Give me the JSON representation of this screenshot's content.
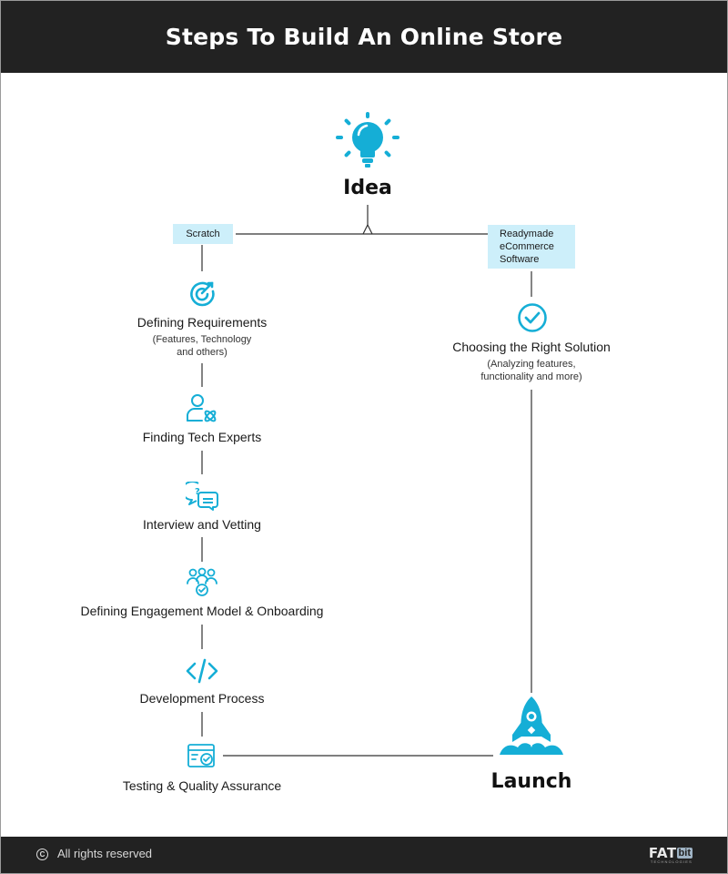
{
  "header": {
    "title": "Steps To Build An Online Store"
  },
  "start": {
    "label": "Idea"
  },
  "end": {
    "label": "Launch"
  },
  "branches": {
    "left": {
      "tag": "Scratch"
    },
    "right": {
      "tag_lines": [
        "Readymade",
        "eCommerce",
        "Software"
      ]
    }
  },
  "left_steps": [
    {
      "title": "Defining Requirements",
      "sub_lines": [
        "(Features, Technology",
        "and others)"
      ],
      "icon": "target-icon"
    },
    {
      "title": "Finding Tech Experts",
      "icon": "user-tech-icon"
    },
    {
      "title": "Interview and Vetting",
      "icon": "chat-question-icon"
    },
    {
      "title": "Defining Engagement Model & Onboarding",
      "icon": "team-gear-icon"
    },
    {
      "title": "Development Process",
      "icon": "code-icon"
    },
    {
      "title": "Testing & Quality Assurance",
      "icon": "browser-check-icon"
    }
  ],
  "right_steps": [
    {
      "title": "Choosing the Right Solution",
      "sub_lines": [
        "(Analyzing features,",
        "functionality and more)"
      ],
      "icon": "check-circle-icon"
    }
  ],
  "colors": {
    "accent": "#15aed6",
    "dark": "#222222",
    "tag_bg": "#cdeffa"
  },
  "footer": {
    "rights": "All rights reserved",
    "logo_main": "FAT",
    "logo_tag": "bit",
    "logo_sub": "TECHNOLOGIES"
  }
}
